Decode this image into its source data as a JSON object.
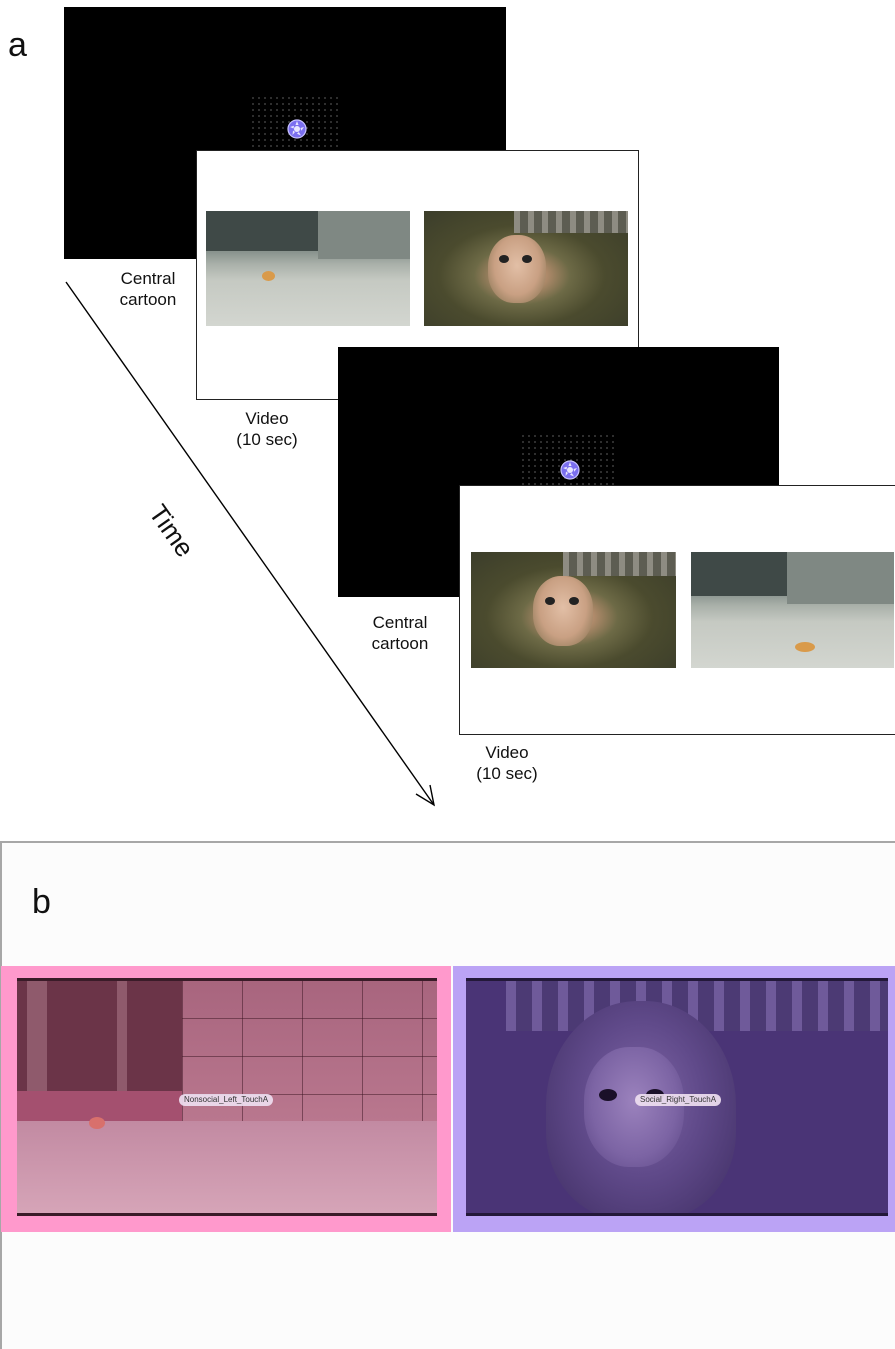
{
  "panel_a": {
    "label": "a",
    "axis_label": "Time",
    "captions": {
      "cartoon_1": "Central\ncartoon",
      "video_1": "Video\n(10 sec)",
      "cartoon_2": "Central\ncartoon",
      "video_2": "Video\n(10 sec)"
    }
  },
  "panel_b": {
    "label": "b",
    "aoi_left": {
      "tag": "Nonsocial_Left_TouchA",
      "color": "#ff99cc"
    },
    "aoi_right": {
      "tag": "Social_Right_TouchA",
      "color": "#bba3f5"
    }
  },
  "colors": {
    "cartoon_stimulus": "#6e6ee8",
    "screen_black": "#000000"
  }
}
